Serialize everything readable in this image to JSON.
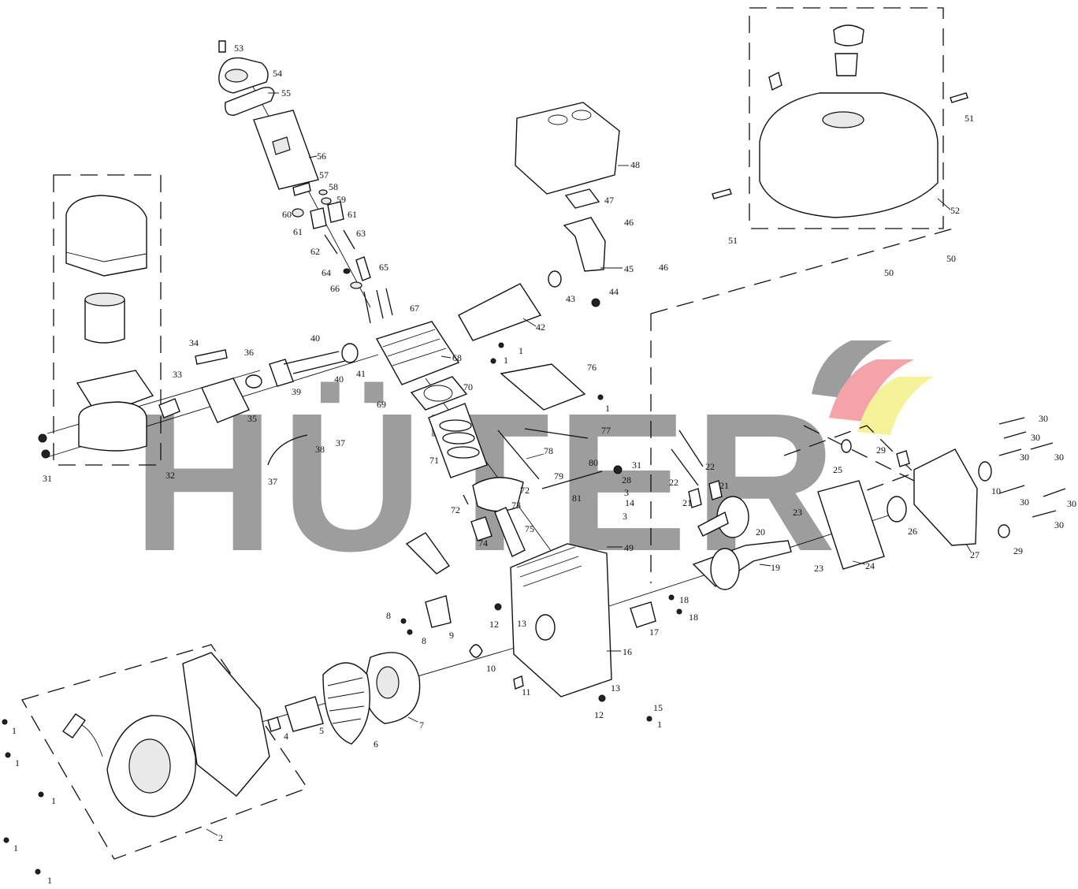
{
  "watermark": {
    "text": "HÜTER",
    "logo_colors": [
      "#8c8c8c",
      "#f4a3a8",
      "#f6f29a"
    ]
  },
  "labels": [
    {
      "id": "53",
      "t": "53"
    },
    {
      "id": "54",
      "t": "54"
    },
    {
      "id": "55",
      "t": "55"
    },
    {
      "id": "56",
      "t": "56"
    },
    {
      "id": "57",
      "t": "57"
    },
    {
      "id": "58",
      "t": "58"
    },
    {
      "id": "59",
      "t": "59"
    },
    {
      "id": "60",
      "t": "60"
    },
    {
      "id": "61a",
      "t": "61"
    },
    {
      "id": "61b",
      "t": "61"
    },
    {
      "id": "62",
      "t": "62"
    },
    {
      "id": "63",
      "t": "63"
    },
    {
      "id": "64",
      "t": "64"
    },
    {
      "id": "65",
      "t": "65"
    },
    {
      "id": "66",
      "t": "66"
    },
    {
      "id": "67",
      "t": "67"
    },
    {
      "id": "68",
      "t": "68"
    },
    {
      "id": "69",
      "t": "69"
    },
    {
      "id": "70",
      "t": "70"
    },
    {
      "id": "71",
      "t": "71"
    },
    {
      "id": "72a",
      "t": "72"
    },
    {
      "id": "72b",
      "t": "72"
    },
    {
      "id": "73",
      "t": "73"
    },
    {
      "id": "74",
      "t": "74"
    },
    {
      "id": "75",
      "t": "75"
    },
    {
      "id": "76",
      "t": "76"
    },
    {
      "id": "77",
      "t": "77"
    },
    {
      "id": "78",
      "t": "78"
    },
    {
      "id": "79",
      "t": "79"
    },
    {
      "id": "80",
      "t": "80"
    },
    {
      "id": "81",
      "t": "81"
    },
    {
      "id": "48",
      "t": "48"
    },
    {
      "id": "47",
      "t": "47"
    },
    {
      "id": "46a",
      "t": "46"
    },
    {
      "id": "46b",
      "t": "46"
    },
    {
      "id": "45",
      "t": "45"
    },
    {
      "id": "44",
      "t": "44"
    },
    {
      "id": "43",
      "t": "43"
    },
    {
      "id": "42",
      "t": "42"
    },
    {
      "id": "1a",
      "t": "1"
    },
    {
      "id": "1b",
      "t": "1"
    },
    {
      "id": "1c",
      "t": "1"
    },
    {
      "id": "51a",
      "t": "51"
    },
    {
      "id": "51b",
      "t": "51"
    },
    {
      "id": "52",
      "t": "52"
    },
    {
      "id": "50a",
      "t": "50"
    },
    {
      "id": "50b",
      "t": "50"
    },
    {
      "id": "34",
      "t": "34"
    },
    {
      "id": "36",
      "t": "36"
    },
    {
      "id": "40a",
      "t": "40"
    },
    {
      "id": "40b",
      "t": "40"
    },
    {
      "id": "41",
      "t": "41"
    },
    {
      "id": "39",
      "t": "39"
    },
    {
      "id": "33",
      "t": "33"
    },
    {
      "id": "35",
      "t": "35"
    },
    {
      "id": "37a",
      "t": "37"
    },
    {
      "id": "37b",
      "t": "37"
    },
    {
      "id": "38",
      "t": "38"
    },
    {
      "id": "31a",
      "t": "31"
    },
    {
      "id": "32",
      "t": "32"
    },
    {
      "id": "31b",
      "t": "31"
    },
    {
      "id": "28",
      "t": "28"
    },
    {
      "id": "3a",
      "t": "3"
    },
    {
      "id": "14",
      "t": "14"
    },
    {
      "id": "3b",
      "t": "3"
    },
    {
      "id": "49",
      "t": "49"
    },
    {
      "id": "22a",
      "t": "22"
    },
    {
      "id": "22b",
      "t": "22"
    },
    {
      "id": "21a",
      "t": "21"
    },
    {
      "id": "21b",
      "t": "21"
    },
    {
      "id": "20",
      "t": "20"
    },
    {
      "id": "23a",
      "t": "23"
    },
    {
      "id": "23b",
      "t": "23"
    },
    {
      "id": "19",
      "t": "19"
    },
    {
      "id": "24",
      "t": "24"
    },
    {
      "id": "25",
      "t": "25"
    },
    {
      "id": "29a",
      "t": "29"
    },
    {
      "id": "29b",
      "t": "29"
    },
    {
      "id": "26",
      "t": "26"
    },
    {
      "id": "27",
      "t": "27"
    },
    {
      "id": "10a",
      "t": "10"
    },
    {
      "id": "30a",
      "t": "30"
    },
    {
      "id": "30b",
      "t": "30"
    },
    {
      "id": "30c",
      "t": "30"
    },
    {
      "id": "30d",
      "t": "30"
    },
    {
      "id": "30e",
      "t": "30"
    },
    {
      "id": "30f",
      "t": "30"
    },
    {
      "id": "30g",
      "t": "30"
    },
    {
      "id": "18a",
      "t": "18"
    },
    {
      "id": "18b",
      "t": "18"
    },
    {
      "id": "17",
      "t": "17"
    },
    {
      "id": "16",
      "t": "16"
    },
    {
      "id": "12a",
      "t": "12"
    },
    {
      "id": "13a",
      "t": "13"
    },
    {
      "id": "13b",
      "t": "13"
    },
    {
      "id": "12b",
      "t": "12"
    },
    {
      "id": "15",
      "t": "15"
    },
    {
      "id": "1d",
      "t": "1"
    },
    {
      "id": "11",
      "t": "11"
    },
    {
      "id": "10b",
      "t": "10"
    },
    {
      "id": "9",
      "t": "9"
    },
    {
      "id": "8a",
      "t": "8"
    },
    {
      "id": "8b",
      "t": "8"
    },
    {
      "id": "7",
      "t": "7"
    },
    {
      "id": "6",
      "t": "6"
    },
    {
      "id": "5",
      "t": "5"
    },
    {
      "id": "4",
      "t": "4"
    },
    {
      "id": "2",
      "t": "2"
    },
    {
      "id": "1e",
      "t": "1"
    },
    {
      "id": "1f",
      "t": "1"
    },
    {
      "id": "1g",
      "t": "1"
    },
    {
      "id": "1h",
      "t": "1"
    },
    {
      "id": "1i",
      "t": "1"
    }
  ]
}
